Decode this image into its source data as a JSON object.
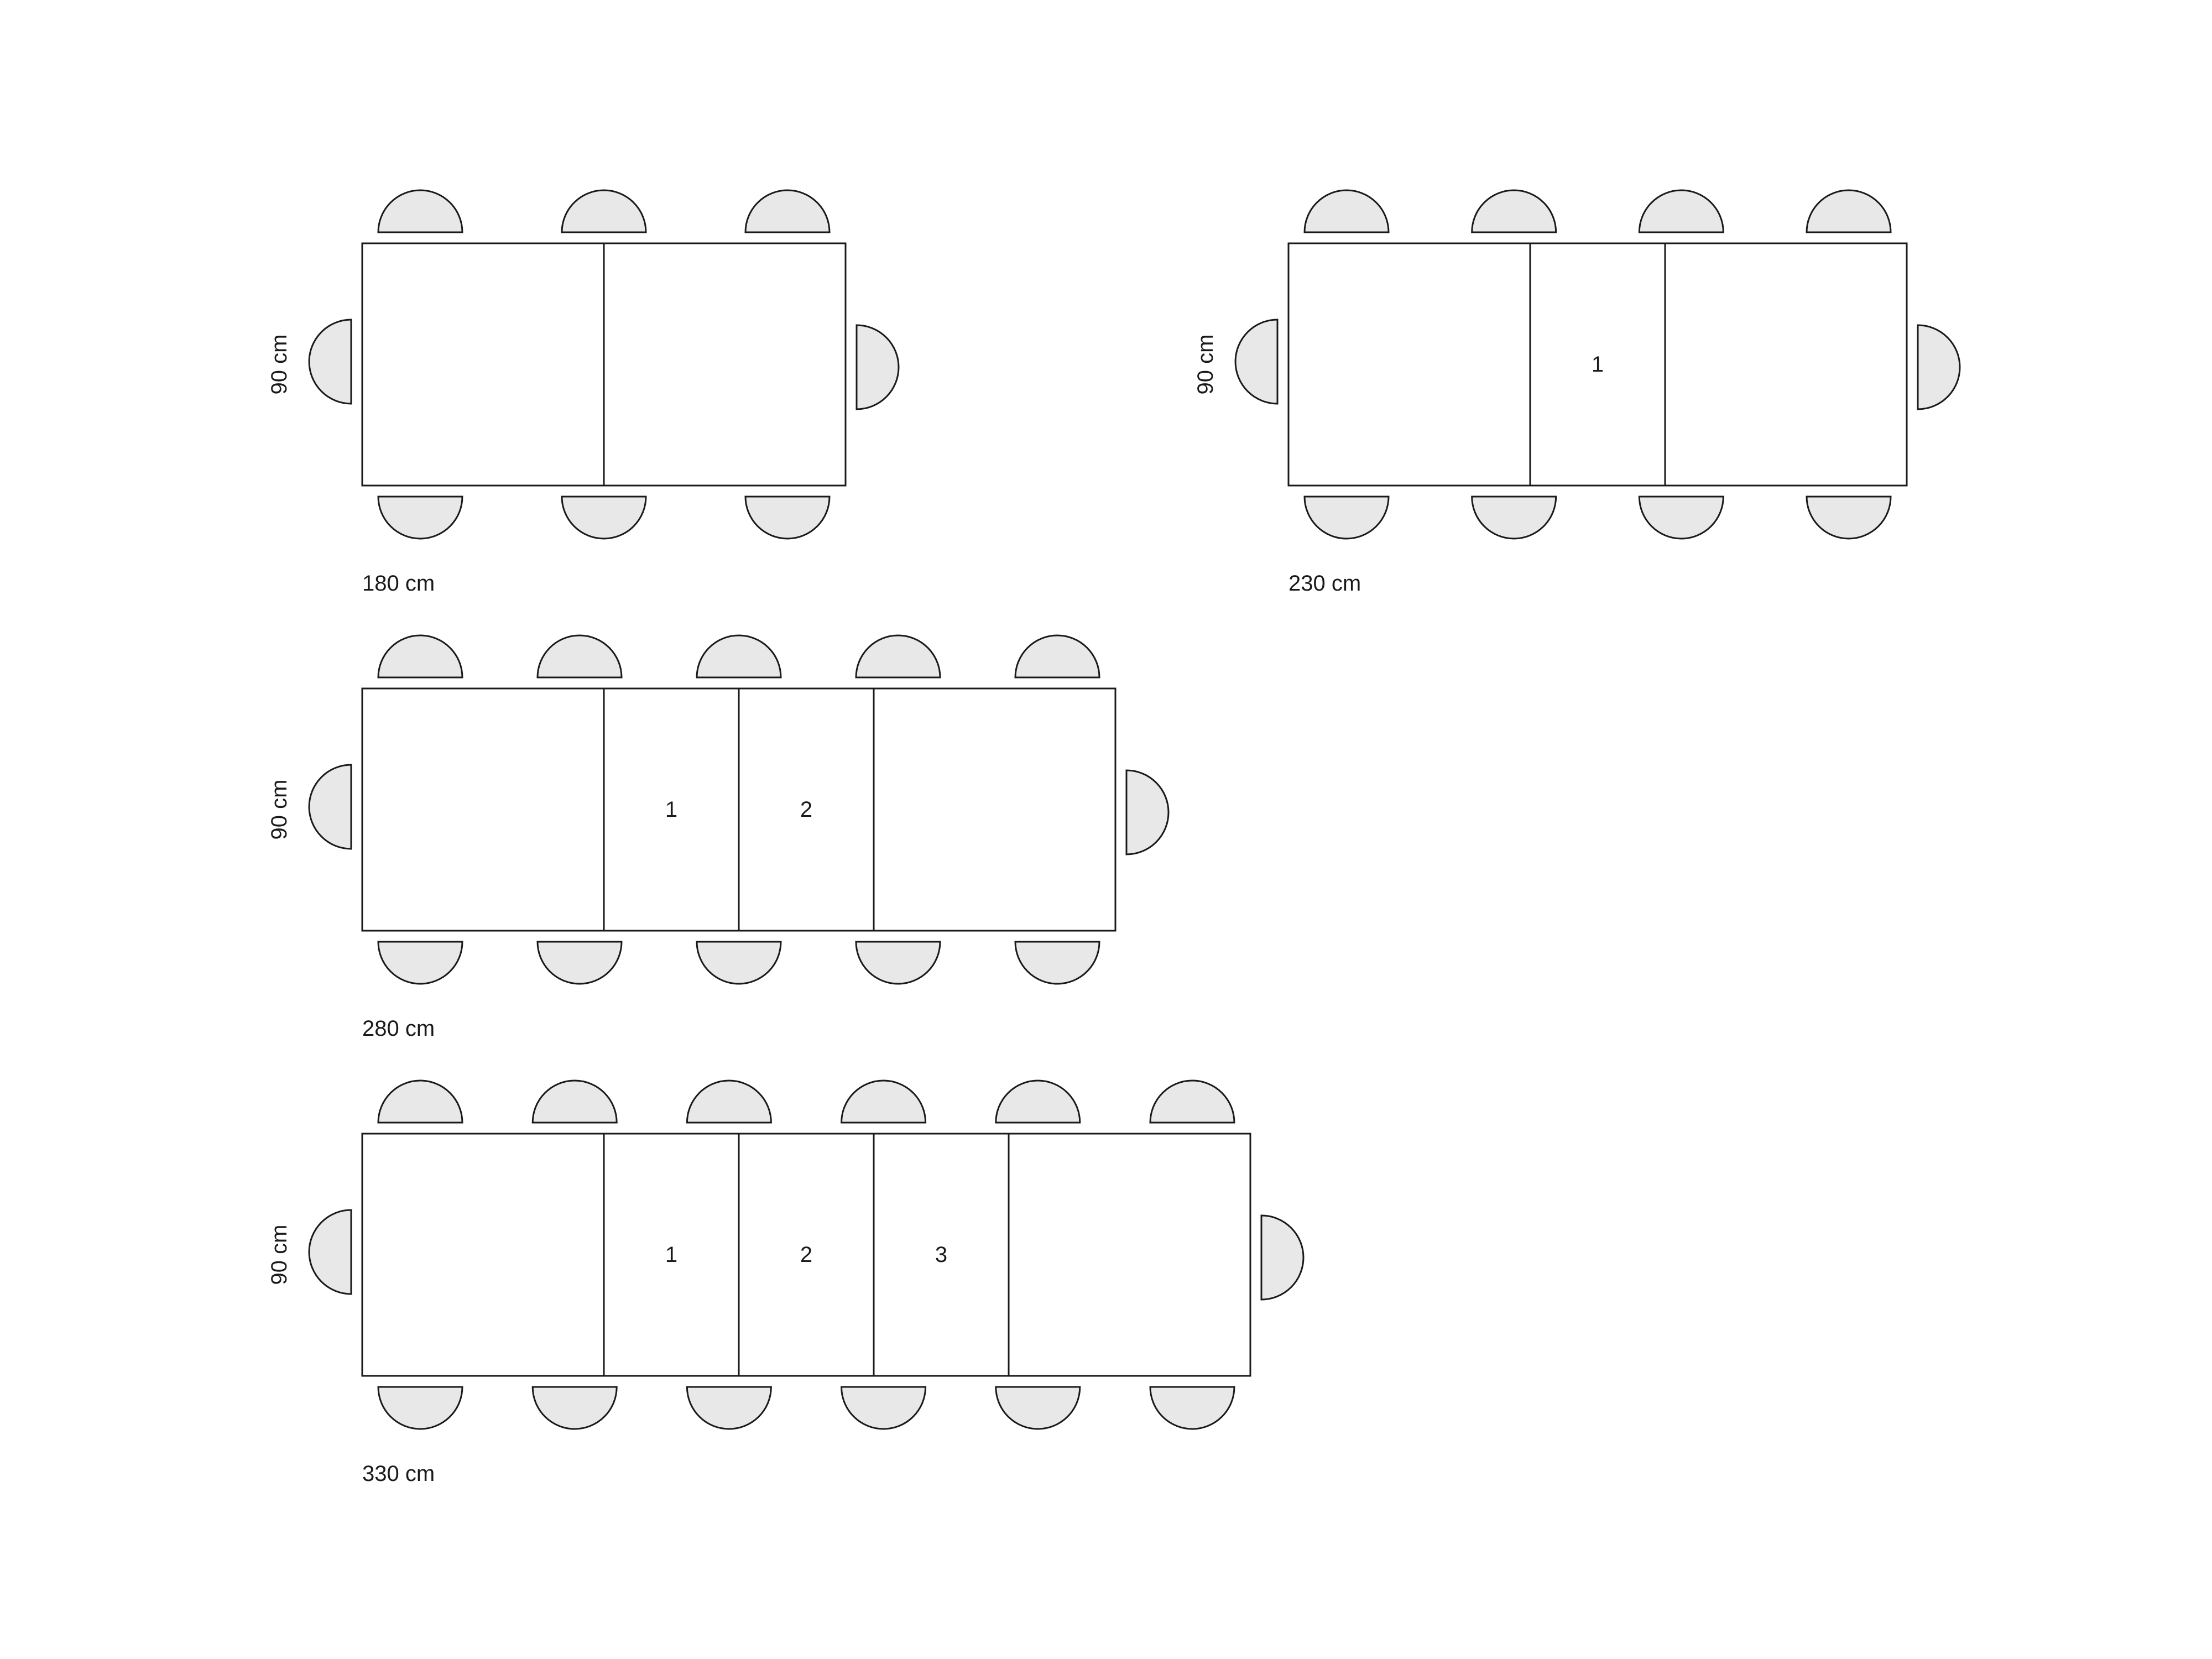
{
  "colors": {
    "stroke": "#1a1a1a",
    "chair_fill": "#e8e8e8",
    "table_fill": "#ffffff",
    "text": "#1a1a1a"
  },
  "tables": [
    {
      "length_label": "180 cm",
      "width_label": "90 cm",
      "extension_leaves": [],
      "chairs_per_long_side": 3,
      "chairs_per_end": 1
    },
    {
      "length_label": "230 cm",
      "width_label": "90 cm",
      "extension_leaves": [
        "1"
      ],
      "chairs_per_long_side": 4,
      "chairs_per_end": 1
    },
    {
      "length_label": "280 cm",
      "width_label": "90 cm",
      "extension_leaves": [
        "1",
        "2"
      ],
      "chairs_per_long_side": 5,
      "chairs_per_end": 1
    },
    {
      "length_label": "330 cm",
      "width_label": "90 cm",
      "extension_leaves": [
        "1",
        "2",
        "3"
      ],
      "chairs_per_long_side": 6,
      "chairs_per_end": 1
    }
  ]
}
